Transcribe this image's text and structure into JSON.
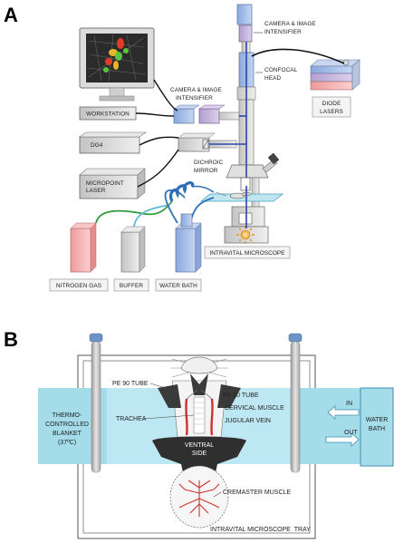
{
  "panels": {
    "a": "A",
    "b": "B"
  },
  "panel_a": {
    "camera_top": [
      "CAMERA & IMAGE",
      "INTENSIFIER"
    ],
    "confocal_head": [
      "CONFOCAL",
      "HEAD"
    ],
    "diode_lasers": [
      "DIODE",
      "LASERS"
    ],
    "camera_mid": [
      "CAMERA & IMAGE",
      "INTENSIFIER"
    ],
    "workstation": "WORKSTATION",
    "dg4": "DG4",
    "dichroic_mirror": [
      "DICHROIC",
      "MIRROR"
    ],
    "micropoint_laser": [
      "MICROPOINT",
      "LASER"
    ],
    "intravital_microscope": "INTRAVITAL MICROSCOPE",
    "nitrogen_gas": "NITROGEN GAS",
    "buffer": "BUFFER",
    "water_bath": "WATER BATH"
  },
  "panel_b": {
    "pe90_tube": "PE 90 TUBE",
    "pe10_tube": "PE 10 TUBE",
    "cervical_muscle": "CERVICAL MUSCLE",
    "trachea": "TRACHEA",
    "jugular_vein": "JUGULAR VEIN",
    "ventral_side": [
      "VENTRAL",
      "SIDE"
    ],
    "cremaster_muscle": "CREMASTER MUSCLE",
    "blanket": [
      "THERMO-",
      "CONTROLLED",
      "BLANKET",
      "(37ºC)"
    ],
    "in": "IN",
    "out": "OUT",
    "water_bath": [
      "WATER",
      "BATH"
    ],
    "tray": "INTRAVITAL MICROSCOPE  TRAY"
  },
  "colors": {
    "blue_box": "#9dbbe8",
    "purple_box": "#c6b4dc",
    "pink_box": "#f4a8a8",
    "grey_box": "#d7d7d7",
    "cyan_blanket": "#9fdbe9",
    "beam": "#2d45a8",
    "red_vessel": "#d03030"
  }
}
